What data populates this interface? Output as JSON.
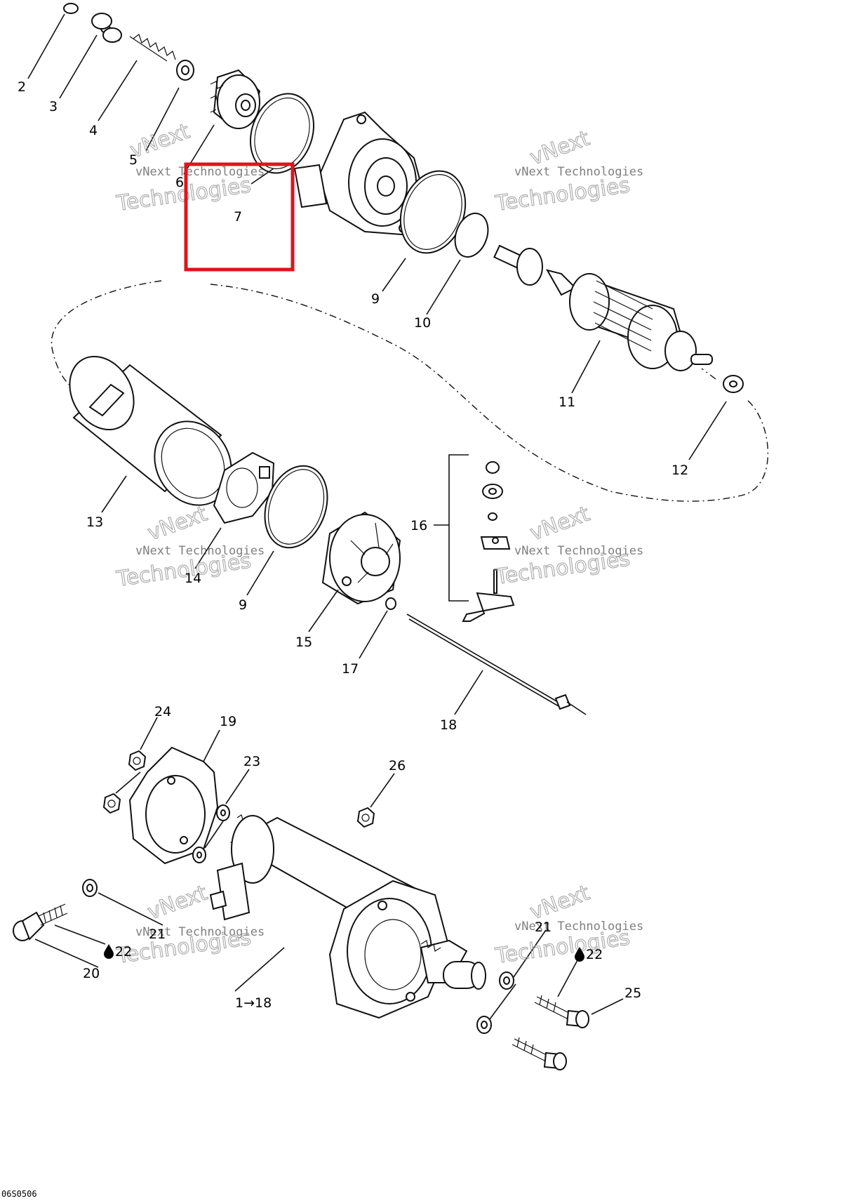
{
  "callouts": {
    "c2": "2",
    "c3": "3",
    "c4": "4",
    "c5": "5",
    "c6": "6",
    "c7": "7",
    "c9a": "9",
    "c10": "10",
    "c11": "11",
    "c12": "12",
    "c13": "13",
    "c14": "14",
    "c9b": "9",
    "c15": "15",
    "c16": "16",
    "c17": "17",
    "c18": "18",
    "c24": "24",
    "c19": "19",
    "c23": "23",
    "c26": "26",
    "c21a": "21",
    "c22a": "22",
    "c20": "20",
    "c118": "1→18",
    "c21b": "21",
    "c22b": "22",
    "c25": "25"
  },
  "watermark": {
    "brand": "vNext",
    "line1": "vNext Technologies",
    "line2": "Technologies"
  },
  "drawing_number": "06S0506",
  "highlight": {
    "color": "#e0141c",
    "target_callout": "7"
  },
  "icons": {
    "lubricant": "drop-icon"
  }
}
